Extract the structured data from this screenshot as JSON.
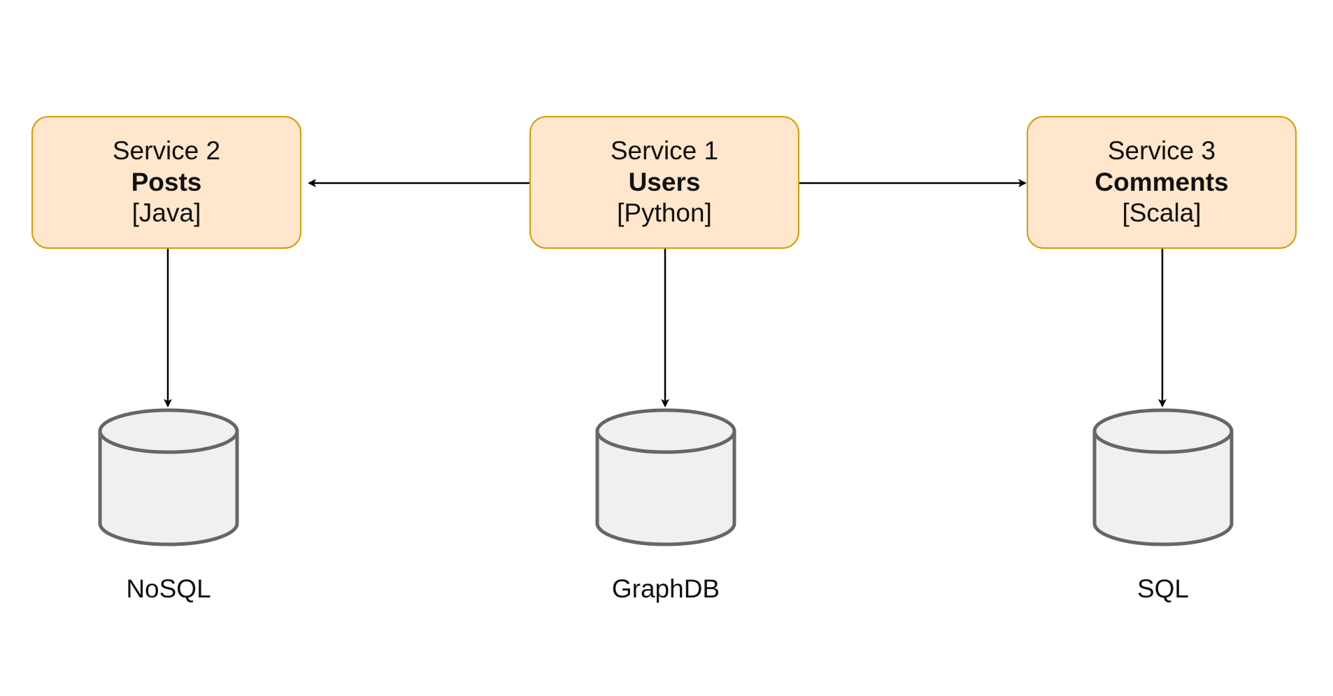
{
  "services": [
    {
      "id": "service-2",
      "number": "Service 2",
      "name": "Posts",
      "tech": "[Java]"
    },
    {
      "id": "service-1",
      "number": "Service 1",
      "name": "Users",
      "tech": "[Python]"
    },
    {
      "id": "service-3",
      "number": "Service 3",
      "name": "Comments",
      "tech": "[Scala]"
    }
  ],
  "databases": [
    {
      "id": "db-nosql",
      "label": "NoSQL"
    },
    {
      "id": "db-graphdb",
      "label": "GraphDB"
    },
    {
      "id": "db-sql",
      "label": "SQL"
    }
  ],
  "edges": [
    {
      "from": "Service 1",
      "to": "Service 2"
    },
    {
      "from": "Service 1",
      "to": "Service 3"
    },
    {
      "from": "Service 2",
      "to": "NoSQL"
    },
    {
      "from": "Service 1",
      "to": "GraphDB"
    },
    {
      "from": "Service 3",
      "to": "SQL"
    }
  ],
  "colors": {
    "service_fill": "#FFE6CC",
    "service_border": "#D79B00",
    "db_fill": "#F0F0F0",
    "db_stroke": "#666666",
    "edge": "#000000"
  },
  "icons": {
    "database": "cylinder-database-icon",
    "arrowhead": "arrowhead-icon"
  }
}
